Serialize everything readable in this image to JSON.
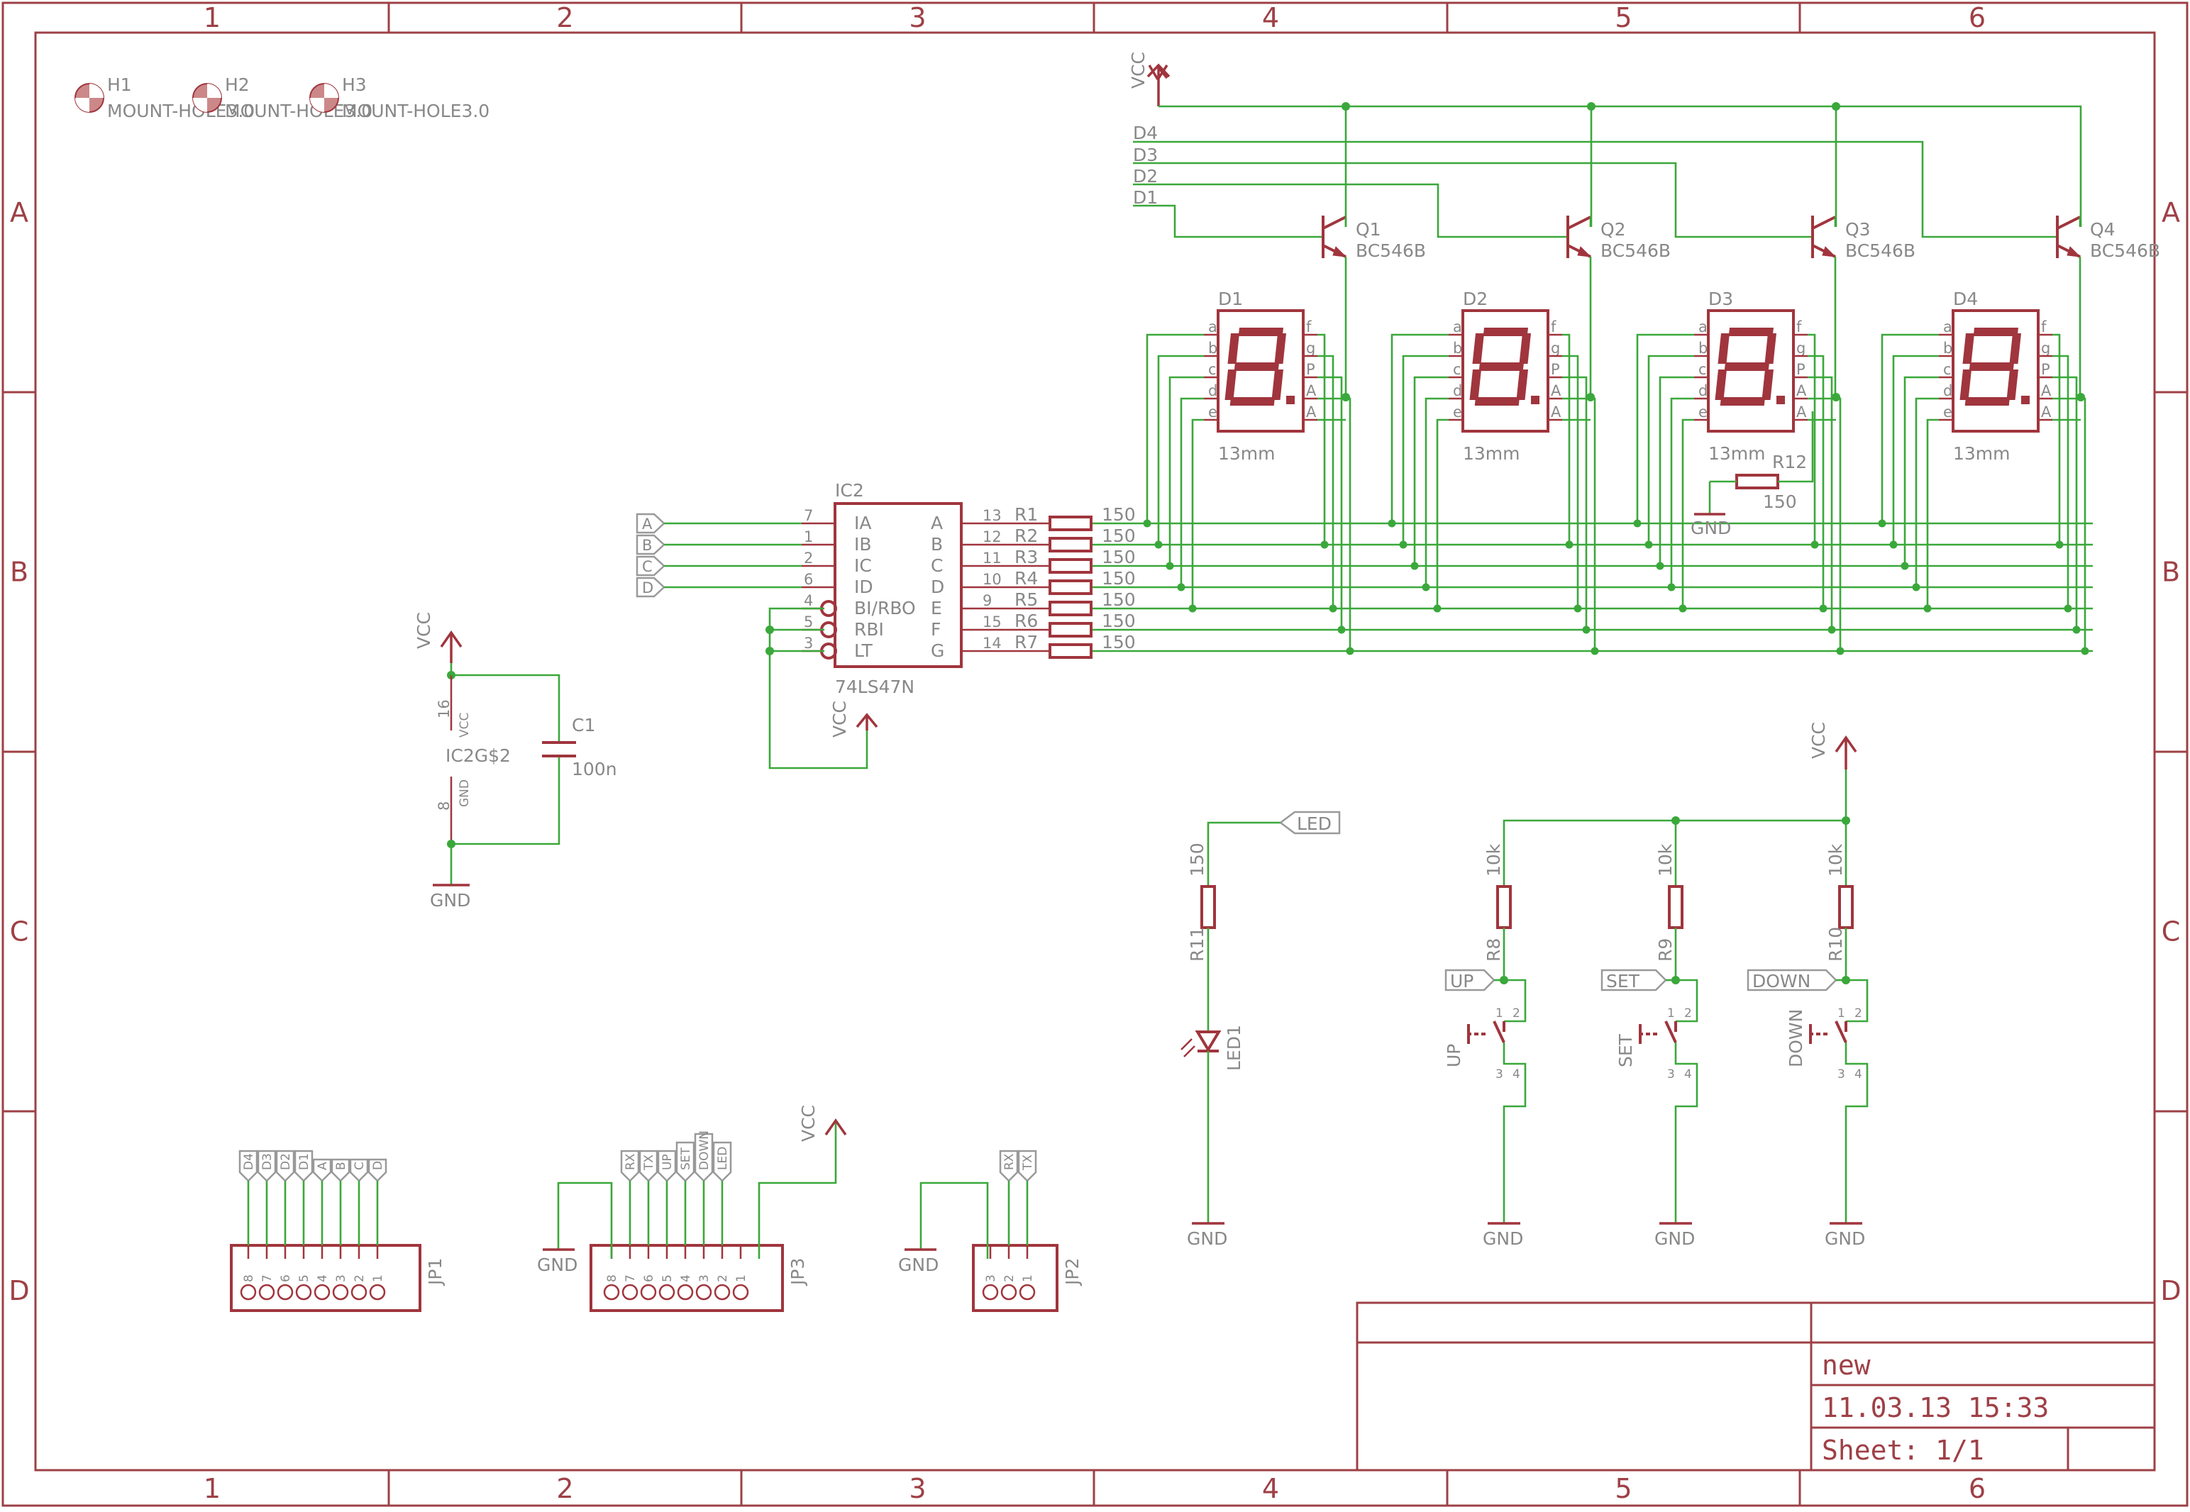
{
  "frame": {
    "columns": [
      "1",
      "2",
      "3",
      "4",
      "5",
      "6"
    ],
    "rows": [
      "A",
      "B",
      "C",
      "D"
    ]
  },
  "title_block": {
    "title": "new",
    "date_time": "11.03.13 15:33",
    "sheet": "Sheet: 1/1"
  },
  "mount_holes": [
    {
      "ref": "H1",
      "value": "MOUNT-HOLE3.0"
    },
    {
      "ref": "H2",
      "value": "MOUNT-HOLE3.0"
    },
    {
      "ref": "H3",
      "value": "MOUNT-HOLE3.0"
    }
  ],
  "supply": {
    "vcc": "VCC",
    "gnd": "GND"
  },
  "digit_nets": [
    "D4",
    "D3",
    "D2",
    "D1"
  ],
  "transistors": [
    {
      "ref": "Q1",
      "value": "BC546B"
    },
    {
      "ref": "Q2",
      "value": "BC546B"
    },
    {
      "ref": "Q3",
      "value": "BC546B"
    },
    {
      "ref": "Q4",
      "value": "BC546B"
    }
  ],
  "displays": [
    {
      "ref": "D1",
      "size": "13mm"
    },
    {
      "ref": "D2",
      "size": "13mm"
    },
    {
      "ref": "D3",
      "size": "13mm"
    },
    {
      "ref": "D4",
      "size": "13mm"
    }
  ],
  "display_pins": {
    "left": [
      "a",
      "b",
      "c",
      "d",
      "e"
    ],
    "right": [
      "f",
      "g",
      "P",
      "A",
      "A"
    ]
  },
  "decoder": {
    "ref": "IC2",
    "value": "74LS47N",
    "inputs": [
      {
        "num": "7",
        "name": "IA"
      },
      {
        "num": "1",
        "name": "IB"
      },
      {
        "num": "2",
        "name": "IC"
      },
      {
        "num": "6",
        "name": "ID"
      },
      {
        "num": "4",
        "name": "BI/RBO"
      },
      {
        "num": "5",
        "name": "RBI"
      },
      {
        "num": "3",
        "name": "LT"
      }
    ],
    "outputs": [
      {
        "num": "13",
        "name": "A"
      },
      {
        "num": "12",
        "name": "B"
      },
      {
        "num": "11",
        "name": "C"
      },
      {
        "num": "10",
        "name": "D"
      },
      {
        "num": "9",
        "name": "E"
      },
      {
        "num": "15",
        "name": "F"
      },
      {
        "num": "14",
        "name": "G"
      }
    ]
  },
  "bcd_inputs": [
    "A",
    "B",
    "C",
    "D"
  ],
  "segment_resistors": [
    {
      "ref": "R1",
      "value": "150"
    },
    {
      "ref": "R2",
      "value": "150"
    },
    {
      "ref": "R3",
      "value": "150"
    },
    {
      "ref": "R4",
      "value": "150"
    },
    {
      "ref": "R5",
      "value": "150"
    },
    {
      "ref": "R6",
      "value": "150"
    },
    {
      "ref": "R7",
      "value": "150"
    }
  ],
  "r12": {
    "ref": "R12",
    "value": "150"
  },
  "power_part": {
    "ref": "IC2G$2",
    "vcc_pin": "16",
    "vcc_label": "VCC",
    "gnd_pin": "8",
    "gnd_label": "GND"
  },
  "capacitor": {
    "ref": "C1",
    "value": "100n"
  },
  "led_circuit": {
    "net": "LED",
    "resistor_ref": "R11",
    "resistor_value": "150",
    "led_ref": "LED1"
  },
  "buttons": [
    {
      "net": "UP",
      "resistor_ref": "R8",
      "resistor_value": "10k",
      "switch_label": "UP"
    },
    {
      "net": "SET",
      "resistor_ref": "R9",
      "resistor_value": "10k",
      "switch_label": "SET"
    },
    {
      "net": "DOWN",
      "resistor_ref": "R10",
      "resistor_value": "10k",
      "switch_label": "DOWN"
    }
  ],
  "switch_pins": [
    "1",
    "2",
    "3",
    "4"
  ],
  "connectors": [
    {
      "ref": "JP1",
      "pins": [
        "8",
        "7",
        "6",
        "5",
        "4",
        "3",
        "2",
        "1"
      ],
      "nets": [
        "D4",
        "D3",
        "D2",
        "D1",
        "A",
        "B",
        "C",
        "D"
      ]
    },
    {
      "ref": "JP3",
      "pins": [
        "8",
        "7",
        "6",
        "5",
        "4",
        "3",
        "2",
        "1"
      ],
      "nets": [
        "RX",
        "TX",
        "UP",
        "SET",
        "DOWN",
        "LED"
      ]
    },
    {
      "ref": "JP2",
      "pins": [
        "3",
        "2",
        "1"
      ],
      "nets": [
        "RX",
        "TX"
      ]
    }
  ]
}
